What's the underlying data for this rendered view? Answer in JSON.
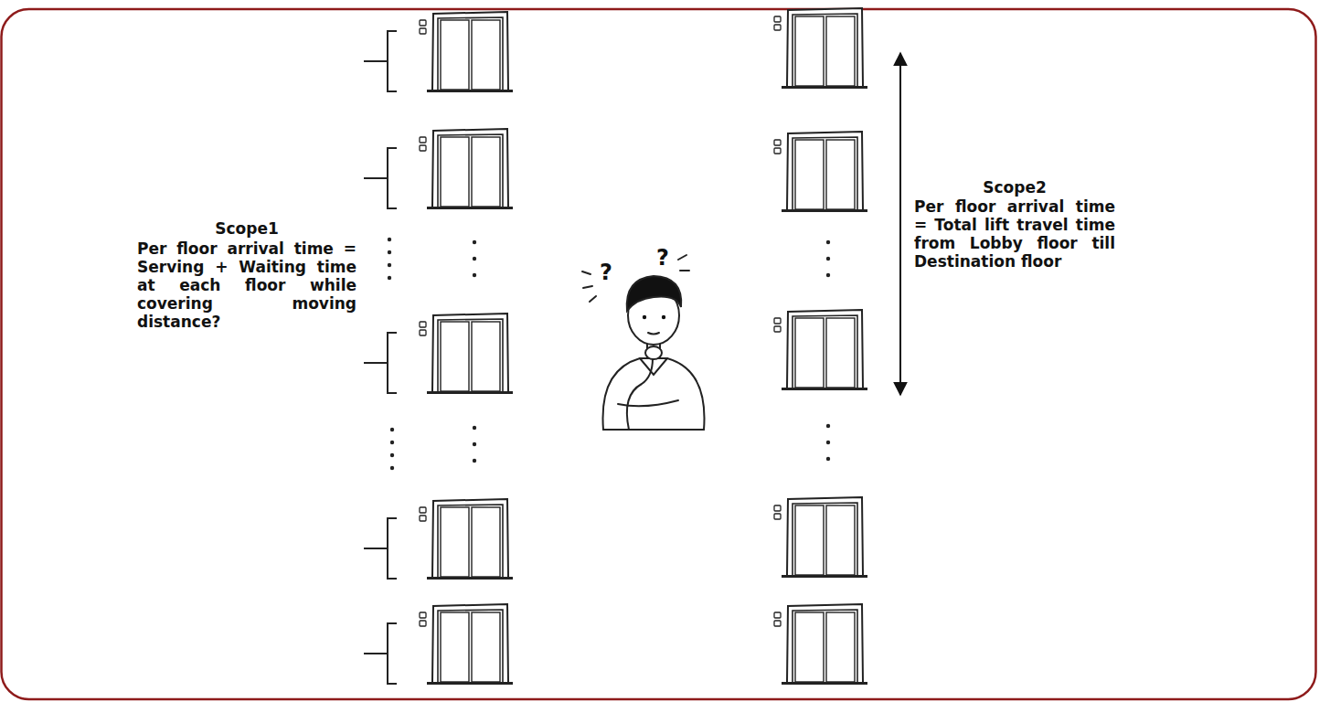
{
  "diagram": {
    "labels": [
      "Scope1",
      "Per floor arrival time = Serving + Waiting time at each floor while covering moving distance?",
      "?",
      "?",
      "Scope2",
      "Per floor arrival time = Total lift travel time from Lobby floor till Destination floor"
    ]
  }
}
